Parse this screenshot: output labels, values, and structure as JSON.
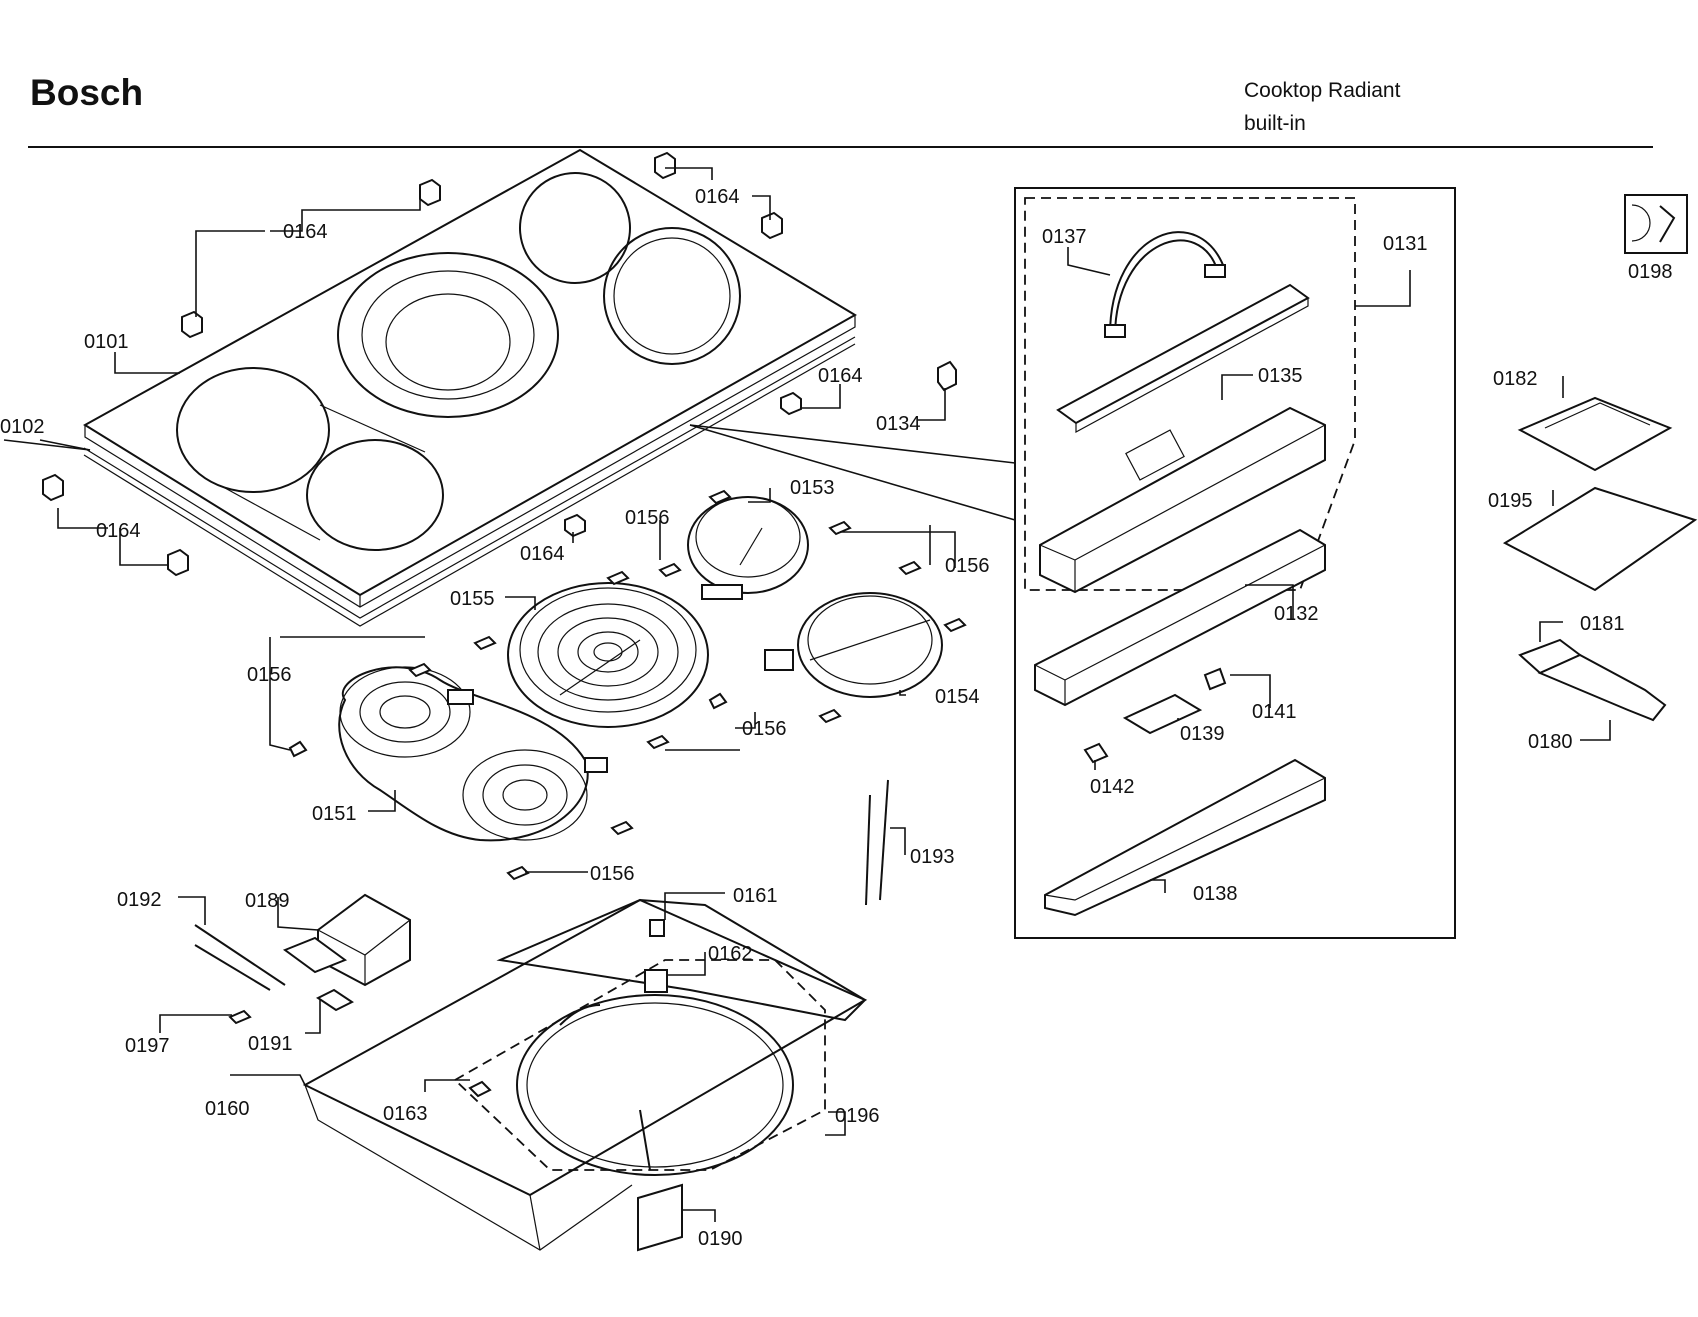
{
  "header": {
    "brand": "Bosch",
    "title_line1": "Cooktop Radiant",
    "title_line2": "built-in"
  },
  "callouts": {
    "c0101": "0101",
    "c0102": "0102",
    "c0164a": "0164",
    "c0164b": "0164",
    "c0164c": "0164",
    "c0164d": "0164",
    "c0164e": "0164",
    "c0134": "0134",
    "c0137": "0137",
    "c0131": "0131",
    "c0135": "0135",
    "c0132": "0132",
    "c0141": "0141",
    "c0139": "0139",
    "c0142": "0142",
    "c0138": "0138",
    "c0198": "0198",
    "c0182": "0182",
    "c0195": "0195",
    "c0181": "0181",
    "c0180": "0180",
    "c0153": "0153",
    "c0156a": "0156",
    "c0156b": "0156",
    "c0156c": "0156",
    "c0156d": "0156",
    "c0156e": "0156",
    "c0155": "0155",
    "c0154": "0154",
    "c0151": "0151",
    "c0193": "0193",
    "c0192": "0192",
    "c0189": "0189",
    "c0161": "0161",
    "c0162": "0162",
    "c0197": "0197",
    "c0191": "0191",
    "c0160": "0160",
    "c0163": "0163",
    "c0196": "0196",
    "c0190": "0190"
  }
}
